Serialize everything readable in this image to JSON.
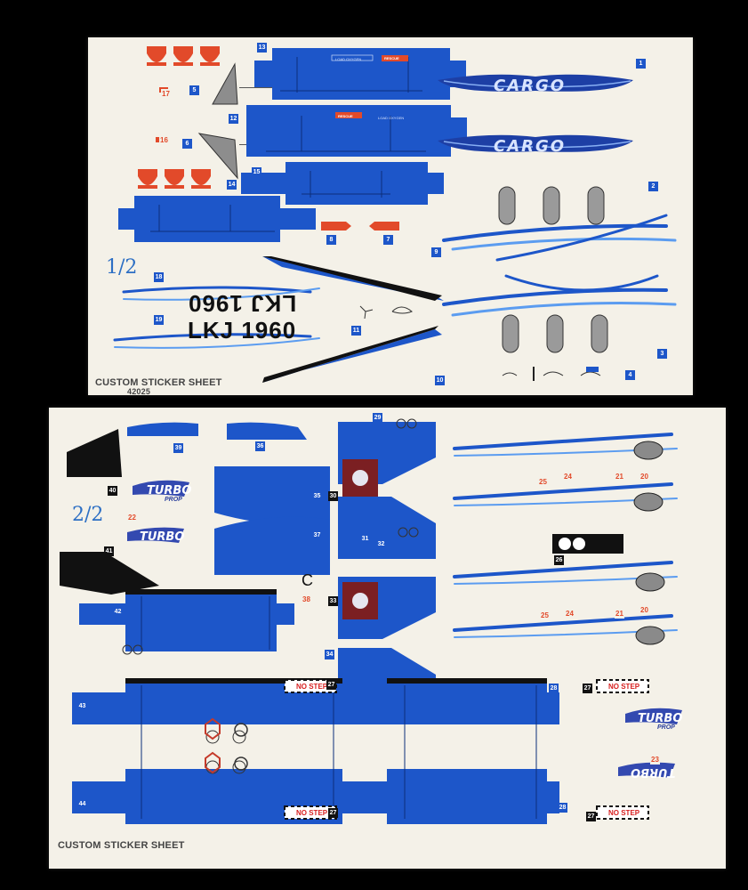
{
  "sheet1": {
    "label": "1/2",
    "caption": "CUSTOM STICKER SHEET",
    "set_number": "42025",
    "registration_mirrored": "LKJ 1960",
    "registration": "LKJ 1960",
    "cargo_text": "CARGO",
    "rescue_text": "RESCUE",
    "load_text": "LOAD OXYGEN",
    "numbers": [
      "1",
      "2",
      "3",
      "4",
      "5",
      "6",
      "7",
      "8",
      "9",
      "10",
      "11",
      "12",
      "13",
      "14",
      "15",
      "16",
      "17",
      "18",
      "19"
    ]
  },
  "sheet2": {
    "label": "2/2",
    "caption": "CUSTOM STICKER SHEET",
    "turbo_text": "TURBO",
    "prop_text": "PROP",
    "no_step_text": "NO STEP",
    "letter_c": "C",
    "numbers": [
      "20",
      "21",
      "22",
      "23",
      "24",
      "25",
      "26",
      "27",
      "28",
      "29",
      "30",
      "31",
      "32",
      "33",
      "34",
      "35",
      "36",
      "37",
      "38",
      "39",
      "40",
      "41",
      "42",
      "43",
      "44"
    ]
  },
  "colors": {
    "background": "#000000",
    "sheet": "#f4f1e8",
    "blue": "#1d56c9",
    "light_blue": "#5b9cf0",
    "red": "#e24a2a",
    "black": "#111111"
  }
}
